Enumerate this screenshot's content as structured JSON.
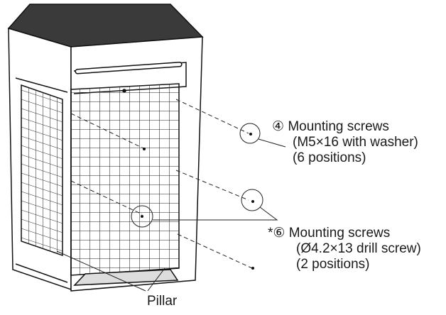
{
  "callouts": [
    {
      "marker": "④",
      "title": "Mounting screws",
      "spec": "(M5×16 with washer)",
      "count": "(6 positions)"
    },
    {
      "marker": "*⑥",
      "title": "Mounting screws",
      "spec": "(Ø4.2×13 drill screw)",
      "count": "(2 positions)"
    }
  ],
  "pillar_label": "Pillar"
}
